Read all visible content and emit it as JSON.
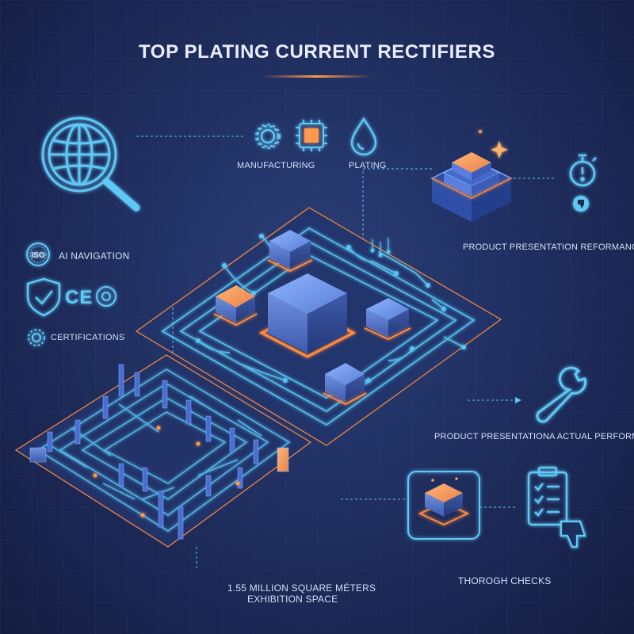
{
  "title": "TOP PLATING CURRENT RECTIFIERS",
  "labels": {
    "manufacturing": "MANUFACTURING",
    "plating": "PLATING",
    "ai_navigation": "AI NAVIGATION",
    "certifications": "CERTIFICATIONS",
    "product_presentation_top": "PRODUCT PRESENTATION REFORMANCS",
    "product_presentation_mid": "PRODUCT PRESENTATIONA ACTUAL PERFORMANCE",
    "exhibition_line1": "1.55 MILLION SQUARE MÉTERS",
    "exhibition_line2": "EXHIBITION SPACE",
    "thorough_checks": "THOROGH CHECKS"
  },
  "badges": {
    "iso": "ISO",
    "ce": "CE"
  },
  "icons": [
    "globe-search-icon",
    "gear-icon",
    "chip-icon",
    "droplet-icon",
    "iso-badge-icon",
    "shield-check-icon",
    "ce-mark-icon",
    "cog-icon",
    "layered-chip-icon",
    "stopwatch-icon",
    "thumbs-down-icon",
    "wrench-icon",
    "clipboard-checklist-icon",
    "sparkle-icon"
  ],
  "colors": {
    "background": "#1f2d5c",
    "circuit": "#4fc3f7",
    "accent": "#ff8a3d",
    "text": "#dfe7ff"
  }
}
